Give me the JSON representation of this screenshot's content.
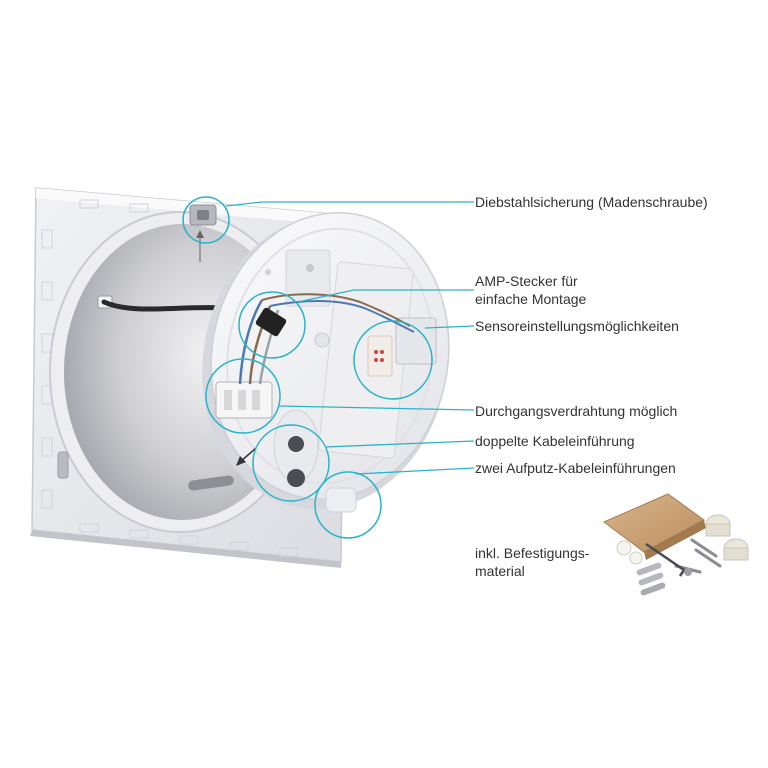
{
  "colors": {
    "callout": "#29b3c9",
    "housing": "#e9eaee",
    "cover": "#f3f4f7",
    "text": "#333333"
  },
  "callouts": [
    {
      "id": "anti-theft",
      "lines": [
        "Diebstahlsicherung (Madenschraube)"
      ]
    },
    {
      "id": "amp-connector",
      "lines": [
        "AMP-Stecker für",
        "einfache Montage"
      ]
    },
    {
      "id": "sensor-settings",
      "lines": [
        "Sensoreinstellungsmöglichkeiten"
      ]
    },
    {
      "id": "through-wiring",
      "lines": [
        "Durchgangsverdrahtung möglich"
      ]
    },
    {
      "id": "double-cable-entry",
      "lines": [
        "doppelte Kabeleinführung"
      ]
    },
    {
      "id": "surface-cable-entries",
      "lines": [
        "zwei Aufputz-Kabeleinführungen"
      ]
    }
  ],
  "accessories": {
    "lines": [
      "inkl. Befestigungs-",
      "material"
    ],
    "icons": [
      "bag-icon",
      "screw-icon",
      "wall-plug-icon",
      "allen-key-icon",
      "cable-gland-icon"
    ]
  }
}
